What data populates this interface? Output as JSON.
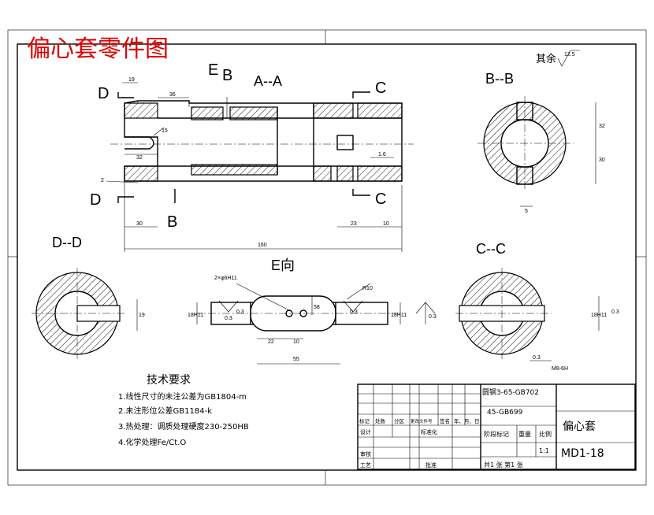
{
  "title": "偏心套零件图",
  "roughness": {
    "label": "其余",
    "value": "12.5"
  },
  "views": {
    "aa": "A--A",
    "bb": "B--B",
    "cc": "C--C",
    "dd": "D--D",
    "e_dir": "E向",
    "letter_d": "D",
    "letter_e": "E",
    "letter_b": "B",
    "letter_c": "C"
  },
  "dims": {
    "d19": "19",
    "d36": "36",
    "d15": "15",
    "d32": "32",
    "d2": "2",
    "d30": "30",
    "d160": "160",
    "d23": "23",
    "d10": "10",
    "d16": "1.6",
    "b32": "32",
    "b30": "30",
    "b5": "5",
    "e_holes": "2×φ6H11",
    "e_r10": "R10",
    "e_22": "22",
    "e_10": "10",
    "e_55": "55",
    "e_left": "18H11",
    "e_right": "18H11",
    "e_58": "58",
    "e_tol1": "0.3",
    "e_tol2": "0.3",
    "e_tol3": "0.3",
    "e_tol4": "0.3",
    "dd_side": "19",
    "cc_right": "18H11",
    "cc_tol": "0.3",
    "cc_tol2": "0.3",
    "cc_ref": "M8-6H"
  },
  "tech": {
    "heading": "技术要求",
    "items": [
      "1.线性尺寸的未注公差为GB1804-m",
      "2.未注形位公差GB1184-k",
      "3.热处理：调质处理硬度230-250HB",
      "4.化学处理Fe/Ct.O"
    ]
  },
  "titleblock": {
    "material1": "圆钢3-65-GB702",
    "material2": "45-GB699",
    "part_name": "偏心套",
    "drawing_no": "MD1-18",
    "scale": "1:1",
    "row_headers": [
      "标记",
      "处数",
      "分区",
      "更改文件号",
      "签名",
      "年、月、日"
    ],
    "design": "设计",
    "standard": "标准化",
    "review": "审核",
    "process": "工艺",
    "approve": "批准",
    "stage_label": "阶段标记",
    "weight_label": "重量",
    "ratio_label": "比例",
    "sheets": "共1  张  第1  张"
  }
}
